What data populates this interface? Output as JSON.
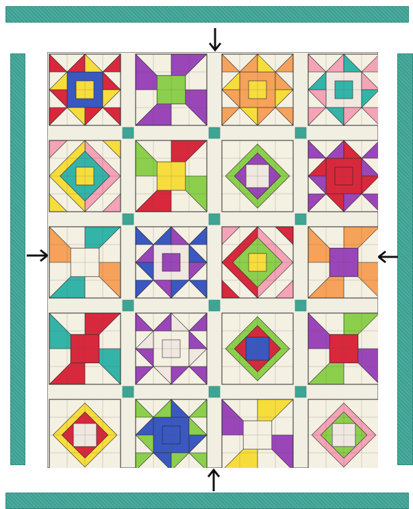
{
  "layout": {
    "rows": 5,
    "cols": 4
  },
  "colors": {
    "border_teal": "#3fa597",
    "sashing_cream": "#f1eee2",
    "cornerstone_teal": "#3ea595",
    "seam_line": "#333333",
    "arrow": "#111111"
  },
  "fabrics": {
    "red": "#d8283c",
    "yellow": "#f7dd3c",
    "blue": "#3a58c0",
    "green": "#8ccf4c",
    "purple": "#9a46b8",
    "pink": "#f5a3b7",
    "orange": "#f6a25a",
    "teal": "#34b4a8",
    "cream": "#f4f0e2",
    "print": "#efe7e0"
  },
  "blocks": [
    {
      "name": "star-red-yellow-blue",
      "pattern": "star8",
      "colors": {
        "outer": "red",
        "inner": "yellow",
        "center": "blue"
      }
    },
    {
      "name": "pinwheel-purple-green",
      "pattern": "pinwheel4",
      "colors": {
        "blade": "purple",
        "center": "green"
      }
    },
    {
      "name": "eight-point-orange-yellow",
      "pattern": "star8",
      "colors": {
        "outer": "orange",
        "inner": "yellow",
        "center": "orange"
      }
    },
    {
      "name": "star-pink-teal",
      "pattern": "star8",
      "colors": {
        "outer": "pink",
        "inner": "teal",
        "center": "print"
      }
    },
    {
      "name": "star-pink-teal-yellow",
      "pattern": "diamond",
      "colors": {
        "outer": "pink",
        "inner": "yellow",
        "center": "teal"
      }
    },
    {
      "name": "pinwheel-red-green-blue",
      "pattern": "pinwheel4",
      "colors": {
        "blade": "red",
        "blade2": "green",
        "center": "yellow"
      }
    },
    {
      "name": "star-green-purple",
      "pattern": "ring",
      "colors": {
        "outer": "green",
        "inner": "purple",
        "center": "print"
      }
    },
    {
      "name": "star-purple-red",
      "pattern": "star8",
      "colors": {
        "outer": "purple",
        "inner": "red",
        "center": "red"
      }
    },
    {
      "name": "pinwheel-teal-orange",
      "pattern": "pinwheel4",
      "colors": {
        "blade": "teal",
        "blade2": "orange",
        "center": "cream"
      }
    },
    {
      "name": "star-blue-purple",
      "pattern": "star8",
      "colors": {
        "outer": "blue",
        "inner": "purple",
        "center": "print"
      }
    },
    {
      "name": "star-pink-red-green",
      "pattern": "diamond",
      "colors": {
        "outer": "pink",
        "inner": "red",
        "center": "green"
      }
    },
    {
      "name": "star-orange-purple",
      "pattern": "pinwheel4",
      "colors": {
        "blade": "orange",
        "center": "purple"
      }
    },
    {
      "name": "star-red-teal",
      "pattern": "pinwheel4",
      "colors": {
        "blade": "red",
        "blade2": "teal",
        "center": "red"
      }
    },
    {
      "name": "star-purple-white",
      "pattern": "star8",
      "colors": {
        "outer": "purple",
        "inner": "print",
        "center": "cream"
      }
    },
    {
      "name": "star-green-red-blue",
      "pattern": "ring",
      "colors": {
        "outer": "green",
        "inner": "red",
        "center": "blue"
      }
    },
    {
      "name": "star-green-purple-red",
      "pattern": "pinwheel4",
      "colors": {
        "blade": "green",
        "blade2": "purple",
        "center": "red"
      }
    },
    {
      "name": "star-yellow-red",
      "pattern": "ring",
      "colors": {
        "outer": "yellow",
        "inner": "red",
        "center": "print"
      }
    },
    {
      "name": "star-blue-green",
      "pattern": "star8",
      "colors": {
        "outer": "green",
        "inner": "blue",
        "center": "blue"
      }
    },
    {
      "name": "pinwheel-yellow-purple",
      "pattern": "pinwheel4",
      "colors": {
        "blade": "yellow",
        "blade2": "purple",
        "center": "cream"
      }
    },
    {
      "name": "star-pink-green",
      "pattern": "ring",
      "colors": {
        "outer": "pink",
        "inner": "green",
        "center": "print"
      }
    }
  ],
  "arrows": [
    {
      "name": "arrow-top",
      "direction": "down"
    },
    {
      "name": "arrow-bottom",
      "direction": "up"
    },
    {
      "name": "arrow-left",
      "direction": "right"
    },
    {
      "name": "arrow-right",
      "direction": "left"
    }
  ]
}
